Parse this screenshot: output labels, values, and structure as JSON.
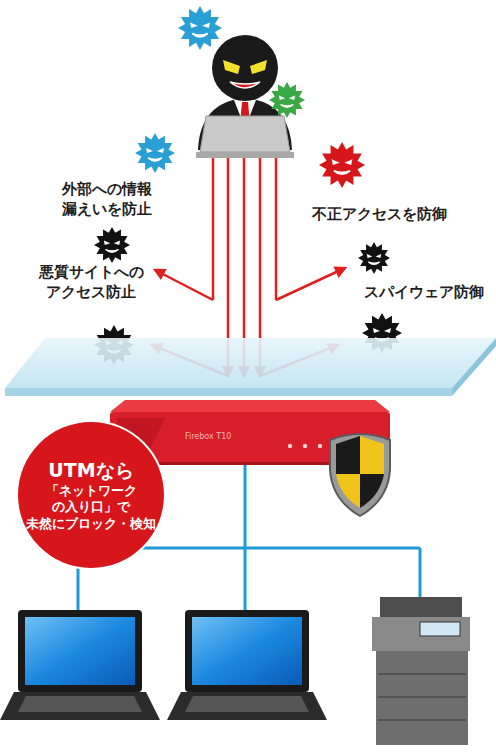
{
  "diagram": {
    "nodes": [
      {
        "text": [
          "Firebox T10"
        ]
      },
      {
        "text": [
          "UTMなら 「ネットワーク の入り口」で 未然にブロック・検知"
        ]
      }
    ],
    "labels": [
      "外部への情報 漏えいを防止",
      "不正アクセスを防御",
      "悪質サイトへの アクセス防止",
      "スパイウェア防御"
    ]
  }
}
